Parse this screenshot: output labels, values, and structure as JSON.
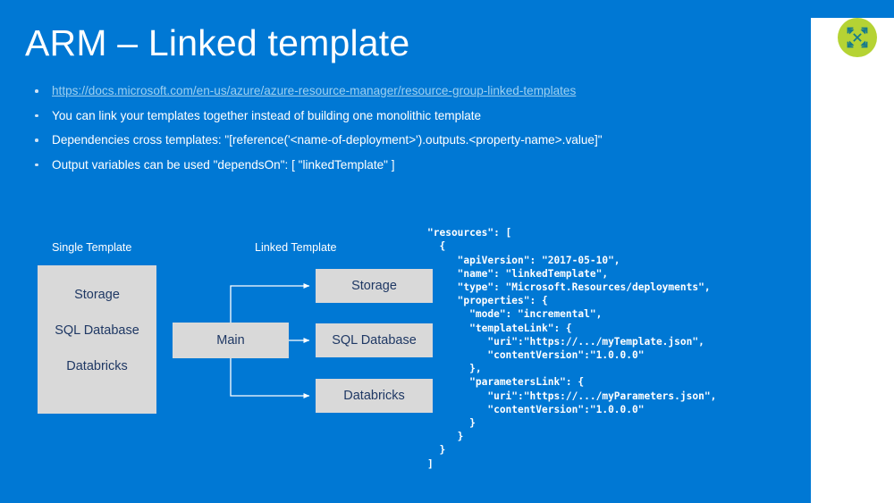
{
  "slide": {
    "title": "ARM – Linked template",
    "background_color": "#0078D4",
    "accent_color": "#B5D334",
    "link_color": "#9FD0F0",
    "box_fill": "#D9D9D9",
    "box_text_color": "#1F3864"
  },
  "logo": {
    "icon": "expand-arrows-icon",
    "circle_color": "#B5D334",
    "glyph_color": "#167A8C"
  },
  "bullets": [
    {
      "type": "link",
      "text": "https://docs.microsoft.com/en-us/azure/azure-resource-manager/resource-group-linked-templates"
    },
    {
      "type": "text",
      "text": "You can link your templates together instead of building one monolithic template"
    },
    {
      "type": "text",
      "text": "Dependencies cross templates: \"[reference('<name-of-deployment>').outputs.<property-name>.value]\""
    },
    {
      "type": "text",
      "text": "Output variables can be used \"dependsOn\": [ \"linkedTemplate\" ]"
    }
  ],
  "diagram": {
    "single_template": {
      "label": "Single Template",
      "items": [
        "Storage",
        "SQL Database",
        "Databricks"
      ]
    },
    "linked_template": {
      "label": "Linked Template",
      "root": "Main",
      "children": [
        "Storage",
        "SQL Database",
        "Databricks"
      ]
    }
  },
  "code": {
    "language": "json",
    "text": "\"resources\": [\n  {\n     \"apiVersion\": \"2017-05-10\",\n     \"name\": \"linkedTemplate\",\n     \"type\": \"Microsoft.Resources/deployments\",\n     \"properties\": {\n       \"mode\": \"incremental\",\n       \"templateLink\": {\n          \"uri\":\"https://.../myTemplate.json\",\n          \"contentVersion\":\"1.0.0.0\"\n       },\n       \"parametersLink\": {\n          \"uri\":\"https://.../myParameters.json\",\n          \"contentVersion\":\"1.0.0.0\"\n       }\n     }\n  }\n]"
  }
}
